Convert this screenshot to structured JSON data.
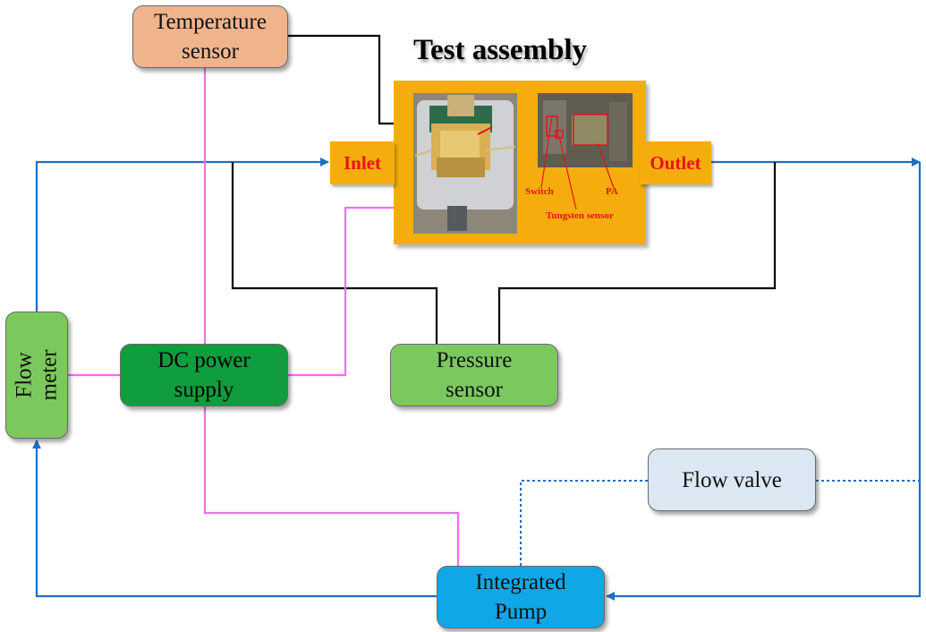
{
  "title": "Test assembly",
  "nodes": {
    "temperature_sensor": [
      "Temperature",
      "sensor"
    ],
    "dc_power_supply": [
      "DC power",
      "supply"
    ],
    "pressure_sensor": [
      "Pressure",
      "sensor"
    ],
    "flow_valve": "Flow valve",
    "integrated_pump": [
      "Integrated",
      "Pump"
    ],
    "flow_meter": [
      "Flow",
      "meter"
    ]
  },
  "ports": {
    "inlet": "Inlet",
    "outlet": "Outlet"
  },
  "chip_labels": {
    "switch": "Switch",
    "pa": "PA",
    "tungsten": "Tungsten sensor"
  },
  "colors": {
    "flow_line": "#1f6fc0",
    "power_line": "#f06ef0",
    "signal_line": "#000000",
    "assembly": "#f5ad0d",
    "port_text": "#e8121a"
  }
}
